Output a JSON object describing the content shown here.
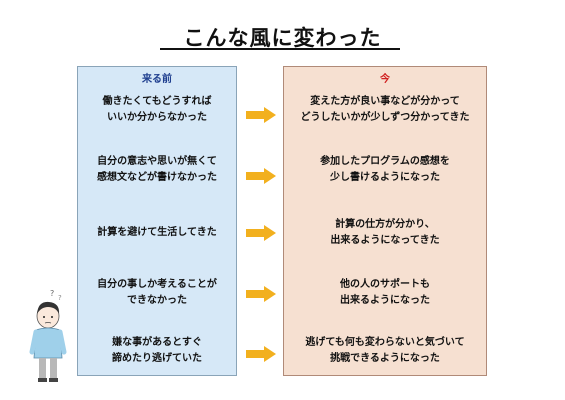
{
  "title": "こんな風に変わった",
  "before": {
    "header": "来る前",
    "items": [
      "働きたくてもどうすれば\nいいか分からなかった",
      "自分の意志や思いが無くて\n感想文などが書けなかった",
      "計算を避けて生活してきた",
      "自分の事しか考えることが\nできなかった",
      "嫌な事があるとすぐ\n諦めたり逃げていた"
    ]
  },
  "now": {
    "header": "今",
    "items": [
      "変えた方が良い事などが分かって\nどうしたいかが少しずつ分かってきた",
      "参加したプログラムの感想を\n少し書けるようになった",
      "計算の仕方が分かり、\n出来るようになってきた",
      "他の人のサポートも\n出来るようになった",
      "逃げても何も変わらないと気づいて\n挑戦できるようになった"
    ]
  },
  "colors": {
    "before_bg": "#d6e8f7",
    "now_bg": "#f6e0d1",
    "arrow": "#f2b01e",
    "before_header": "#1f3f8f",
    "now_header": "#d02020"
  },
  "icons": {
    "arrow": "arrow-right-icon",
    "illustration": "confused-child-illustration"
  }
}
